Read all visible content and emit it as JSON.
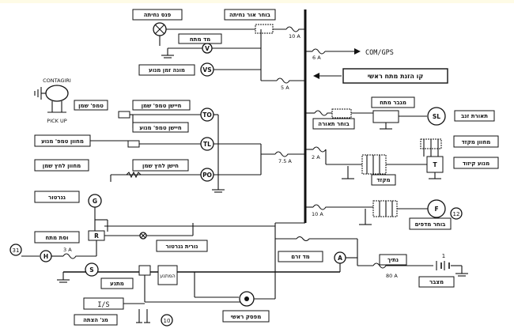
{
  "title": "",
  "labels": {
    "pens_nehita": "פנס נחיתה",
    "bochar_or_nehita": "בוחר אור נחיתה",
    "mad_metach": "מד מתח",
    "mone_zman_manoa": "מונה זמן מנוע",
    "chaishan_temp_shemen": "חיישן טמפ' שמן",
    "temp_shemen": "טמפ' שמן",
    "chaishan_temp_manoa": "חיישן טמפ' מנוע",
    "machvan_temp_manoa": "מחוון טמפ' מנוע",
    "chaishan_lachatz_shemen": "חישן לחץ שמן",
    "machvan_lachatz_shemen": "מחוון לחץ שמן",
    "generator": "גנרטור",
    "vasat_metach": "וסת מתח",
    "nurit_generator": "נורית גנרטור",
    "matnea": "מתנע",
    "matnea_relay": "המתנע",
    "mafsek_rashi": "מפסק ראשי",
    "mag_hatzata": "מג' הצתה",
    "com_gps": "COM/GPS",
    "kav_hazanat": "קו הזנת מתח ראשי",
    "maghber_metach": "מגבר מתח",
    "teurat_zanav": "תאורת זנב",
    "bochar_teura": "בוחר תאורה",
    "machvan_mikzad": "מחוון מקזד",
    "manoa_kizud": "מנוע קיזוד",
    "mikzad": "מקזד",
    "bochar_madafim": "בוחר מדפים",
    "mad_zerem": "מד זרם",
    "natich": "נתיך",
    "matzber": "מצבר"
  },
  "symbols": {
    "V": "V",
    "VS": "VS",
    "TO": "TO",
    "TL": "TL",
    "PO": "PO",
    "G": "G",
    "R": "R",
    "H": "H",
    "S": "S",
    "SL": "SL",
    "T": "T",
    "F": "F",
    "A": "A",
    "IS": "I/S"
  },
  "fuses": {
    "f10a_top": "10 A",
    "f6a": "6 A",
    "f5a": "5 A",
    "f7_5a": "7.5 A",
    "f2a": "2 A",
    "f10a_mid": "10 A",
    "f3a": "3 A",
    "f80a": "80 A"
  },
  "markers": {
    "n31": "31",
    "n10": "10",
    "n12": "12",
    "n1": "1"
  },
  "contagiri": {
    "top": "CONTAGIRI",
    "bottom": "PICK UP"
  }
}
